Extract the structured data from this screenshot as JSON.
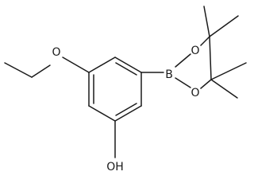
{
  "molecule": {
    "atoms": {
      "hydroxyl_oxygen": "OH",
      "ether_oxygen": "O",
      "boron": "B",
      "boronate_oxygen_top": "O",
      "boronate_oxygen_bottom": "O"
    }
  },
  "colors": {
    "stroke": "#1a1a1a",
    "background": "#ffffff"
  }
}
